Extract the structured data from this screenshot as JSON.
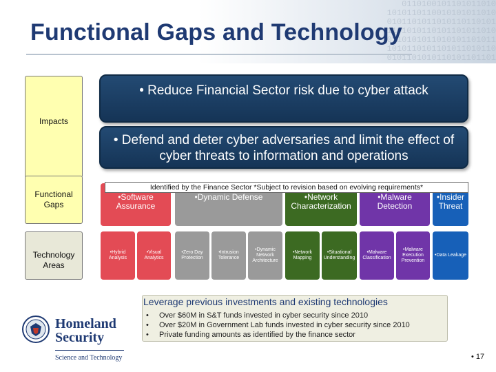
{
  "slide": {
    "title": "Functional Gaps and Technology",
    "page_number": "• 17"
  },
  "row_labels": {
    "impacts": "Impacts",
    "functional_gaps": "Functional Gaps",
    "technology_areas": "Technology Areas"
  },
  "impacts": {
    "bar1": "• Reduce Financial Sector risk due to cyber attack",
    "bar2": "• Defend and deter cyber adversaries and limit the effect of cyber threats to information and operations"
  },
  "identified_note": "Identified by the Finance Sector *Subject to revision based on evolving requirements*",
  "functional_gaps": [
    {
      "label": "•Software Assurance",
      "color": "#e34b55"
    },
    {
      "label": "•Dynamic Defense",
      "color": "#9a9a9a"
    },
    {
      "label": "•Network Characterization",
      "color": "#3c6a22"
    },
    {
      "label": "•Malware Detection",
      "color": "#7035a8"
    },
    {
      "label": "•Insider Threat",
      "color": "#1760b8"
    }
  ],
  "technology_areas": [
    {
      "label": "•Hybrid Analysis",
      "color": "#e34b55"
    },
    {
      "label": "•Visual Analytics",
      "color": "#e34b55"
    },
    {
      "label": "•Zero Day Protection",
      "color": "#9a9a9a"
    },
    {
      "label": "•Intrusion Tolerance",
      "color": "#9a9a9a"
    },
    {
      "label": "•Dynamic Network Architecture",
      "color": "#9a9a9a"
    },
    {
      "label": "•Network Mapping",
      "color": "#3c6a22"
    },
    {
      "label": "•Situational Understanding",
      "color": "#3c6a22"
    },
    {
      "label": "•Malware Classification",
      "color": "#7035a8"
    },
    {
      "label": "•Malware Execution Prevention",
      "color": "#7035a8"
    },
    {
      "label": "•Data Leakage",
      "color": "#1760b8"
    }
  ],
  "leverage": {
    "title": "Leverage previous investments and existing technologies",
    "bullet": "•",
    "items": [
      "Over $60M in S&T funds invested in cyber security since 2010",
      "Over $20M in Government Lab funds invested in cyber security since 2010",
      "Private funding amounts as identified by the finance sector"
    ]
  },
  "branding": {
    "logo_icon": "dhs-seal-icon",
    "name_line1": "Homeland",
    "name_line2": "Security",
    "subtitle": "Science and Technology",
    "brand_color": "#1f3a73"
  }
}
